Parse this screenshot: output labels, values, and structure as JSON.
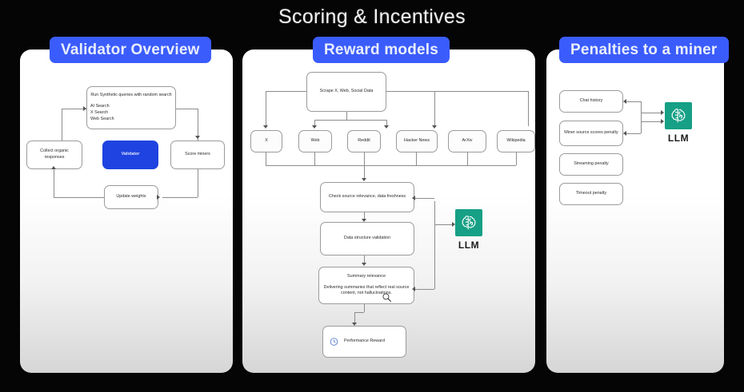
{
  "deck": {
    "title": "Scoring & Incentives"
  },
  "theme": {
    "chip_blue": "#3b5cfc",
    "node_blue": "#1f43e0",
    "llm_teal": "#16a085",
    "background": "#050505"
  },
  "panels": [
    {
      "id": "validator-overview",
      "title": "Validator Overview",
      "nodes": {
        "synthetic": {
          "head": "Run Synthetic queries with random search",
          "items": [
            "AI Search",
            "X Search",
            "Web Search"
          ]
        },
        "collect": "Collect organic responses",
        "validator": "Validator",
        "score": "Score miners",
        "update": "Update weights"
      }
    },
    {
      "id": "reward-models",
      "title": "Reward models",
      "nodes": {
        "scrape": "Scrape X, Web, Social Data",
        "sources": [
          "X",
          "Web",
          "Reddit",
          "Hacker News",
          "ArXiv",
          "Wikipedia"
        ],
        "check": "Check source relevance, data freshness",
        "structure": "Data structure validation",
        "summary_head": "Summary relevance",
        "summary_body": "Delivering summaries that reflect real source content, not hallucinations.",
        "reward": "Performance Reward"
      },
      "llm": {
        "label": "LLM"
      }
    },
    {
      "id": "penalties-to-a-miner",
      "title": "Penalties to a miner",
      "nodes": {
        "penalties": [
          "Chat history",
          "Miner source scores penalty",
          "Streaming penalty",
          "Timeout penalty"
        ]
      },
      "llm": {
        "label": "LLM"
      }
    }
  ]
}
